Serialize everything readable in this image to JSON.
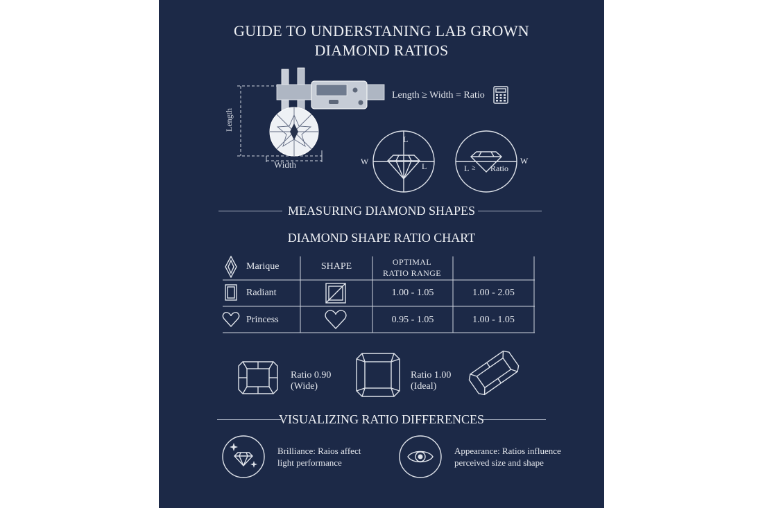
{
  "title_line1": "GUIDE TO UNDERSTANING LAB GROWN",
  "title_line2": "DIAMOND RATIOS",
  "caliper": {
    "length_label": "Length",
    "width_label": "Width"
  },
  "formula": {
    "text": "Length ≥ Width = Ratio",
    "icon": "calculator-icon"
  },
  "circle_left": {
    "top": "L",
    "side": "W",
    "right": "L"
  },
  "circle_right": {
    "inner_l": "L",
    "inner_sym": "≥",
    "inner_ratio": "Ratio",
    "side": "W"
  },
  "section_measuring": "MEASURING DIAMOND SHAPES",
  "chart_title": "DIAMOND SHAPE RATIO CHART",
  "table": {
    "header": {
      "col1": "Marique",
      "col2": "SHAPE",
      "col3_line1": "OPTIMAL",
      "col3_line2": "RATIO RANGE",
      "col4": ""
    },
    "rows": [
      {
        "name": "Radiant",
        "icon": "radiant-shape-icon",
        "optimal": "1.00 - 1.05",
        "range": "1.00 - 2.05"
      },
      {
        "name": "Princess",
        "icon": "heart-shape-icon",
        "optimal": "0.95 - 1.05",
        "range": "1.00 - 1.05"
      }
    ]
  },
  "ratio_examples": [
    {
      "line1": "Ratio 0.90",
      "line2": "(Wide)"
    },
    {
      "line1": "Ratio 1.00",
      "line2": "(Ideal)"
    }
  ],
  "section_visualizing": "VISUALIZING RATIO DIFFERENCES",
  "brilliance": {
    "line1": "Brilliance: Raios affect",
    "line2": "light performance"
  },
  "appearance": {
    "line1": "Appearance: Ratios influence",
    "line2": "perceived size and shape"
  },
  "colors": {
    "background": "#1c2947",
    "line": "#dfe3ea"
  }
}
